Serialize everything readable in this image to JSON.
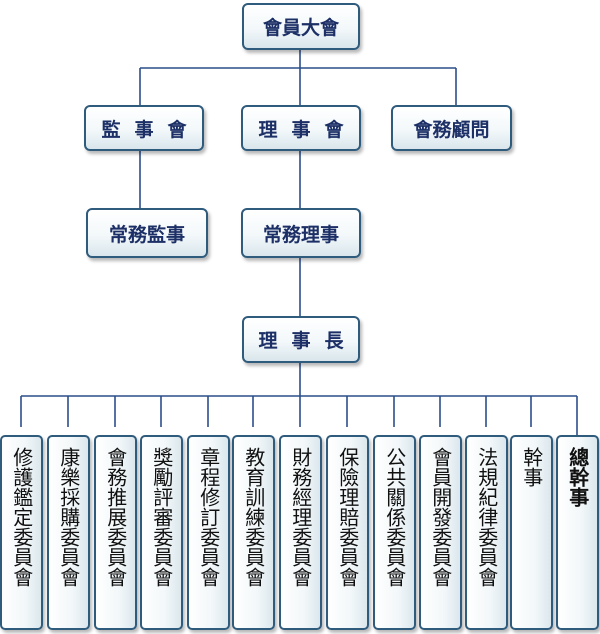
{
  "nodes": {
    "general_assembly": "會員大會",
    "supervisors": "監事會",
    "directors": "理事會",
    "advisors": "會務顧問",
    "standing_supervisor": "常務監事",
    "standing_director": "常務理事",
    "chairman": "理事長"
  },
  "committees": [
    "修護鑑定委員會",
    "康樂採購委員會",
    "會務推展委員會",
    "獎勵評審委員會",
    "章程修訂委員會",
    "教育訓練委員會",
    "財務經理委員會",
    "保險理賠委員會",
    "公共關係委員會",
    "會員開發委員會",
    "法規紀律委員會",
    "幹事",
    "總幹事"
  ],
  "colors": {
    "line": "#2b4f8a",
    "border": "#2f5b7c",
    "text": "#1c2f66"
  }
}
